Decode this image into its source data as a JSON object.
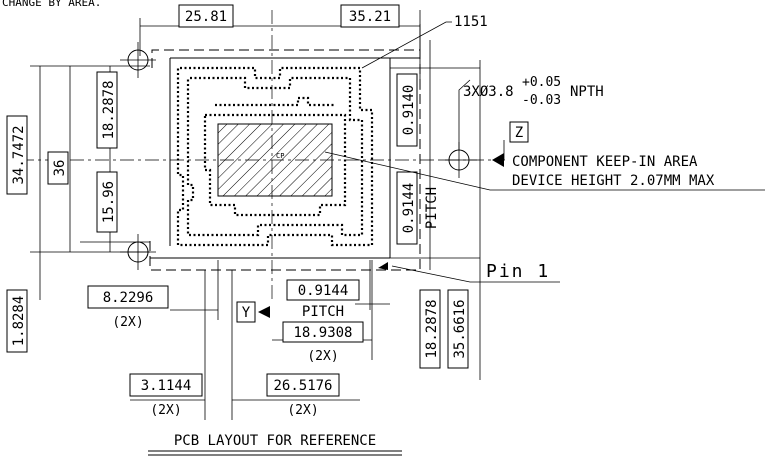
{
  "header_fragment": "CHANGE BY AREA.",
  "title": "PCB LAYOUT FOR REFERENCE",
  "dims": {
    "top_left": "25.81",
    "top_right": "35.21",
    "corner_ref": "1151",
    "left_outer": "34.7472",
    "left_36": "36",
    "left_upper": "18.2878",
    "left_lower": "15.96",
    "left_bottom": "1.8284",
    "right_upper": "0.9140",
    "right_lower": "0.9144",
    "pitch_vertical": "PITCH",
    "bottom_pitch": "0.9144",
    "bottom_pitch_label": "PITCH",
    "dim_8_2296": "8.2296",
    "dim_18_9308": "18.9308",
    "dim_3_1144": "3.1144",
    "dim_26_5176": "26.5176",
    "dim_18_2878_right": "18.2878",
    "dim_35_6616": "35.6616",
    "qty_2x_a": "(2X)",
    "qty_2x_b": "(2X)",
    "qty_2x_c": "(2X)",
    "qty_2x_d": "(2X)"
  },
  "hole_callout": {
    "main": "3XØ3.8",
    "tol_plus": "+0.05",
    "tol_minus": "-0.03",
    "suffix": "NPTH"
  },
  "datum": {
    "z": "Z",
    "y": "Y"
  },
  "notes": {
    "keep_in": "COMPONENT KEEP-IN AREA",
    "device_height": "DEVICE HEIGHT 2.07MM MAX",
    "pin1": "Pin 1",
    "cp": "CP"
  }
}
